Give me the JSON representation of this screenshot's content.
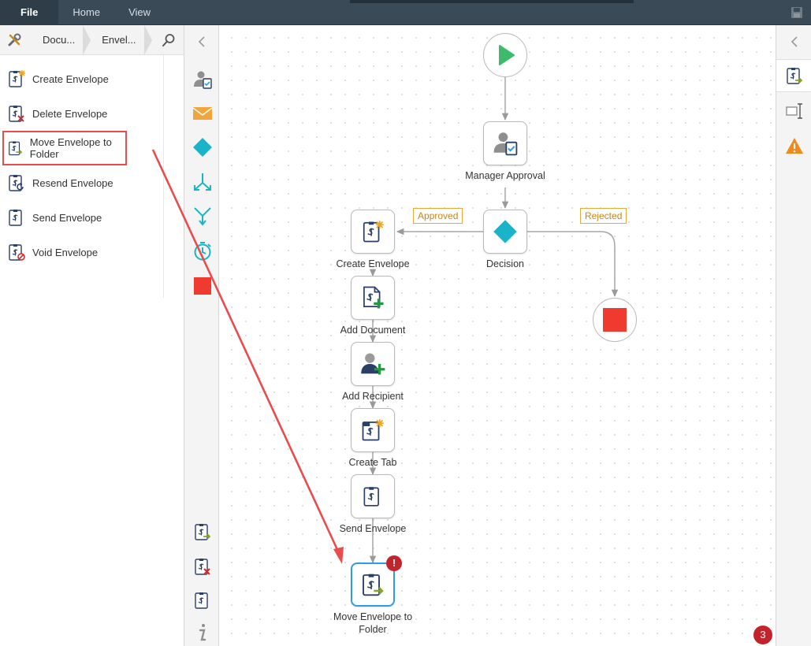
{
  "menu": {
    "tabs": [
      {
        "label": "File"
      },
      {
        "label": "Home"
      },
      {
        "label": "View"
      }
    ]
  },
  "breadcrumb": {
    "items": [
      {
        "label": "Docu..."
      },
      {
        "label": "Envel..."
      }
    ]
  },
  "actions": [
    {
      "label": "Create Envelope"
    },
    {
      "label": "Delete Envelope"
    },
    {
      "label": "Move Envelope to Folder"
    },
    {
      "label": "Resend Envelope"
    },
    {
      "label": "Send Envelope"
    },
    {
      "label": "Void Envelope"
    }
  ],
  "workflow": {
    "manager_approval": "Manager Approval",
    "decision": "Decision",
    "approved_branch": "Approved",
    "rejected_branch": "Rejected",
    "create_envelope": "Create Envelope",
    "add_document": "Add Document",
    "add_recipient": "Add Recipient",
    "create_tab": "Create Tab",
    "send_envelope": "Send Envelope",
    "move_envelope_line1": "Move Envelope to",
    "move_envelope_line2": "Folder",
    "error_mark": "!"
  },
  "status": {
    "error_count": "3"
  },
  "colors": {
    "accent": "#2d9ee6",
    "start": "#3dbb6a",
    "stop": "#ef3b2f",
    "decision": "#1bb3c9",
    "error": "#c3242b",
    "annotation": "#e84c4c",
    "branch": "#e9a93a"
  }
}
